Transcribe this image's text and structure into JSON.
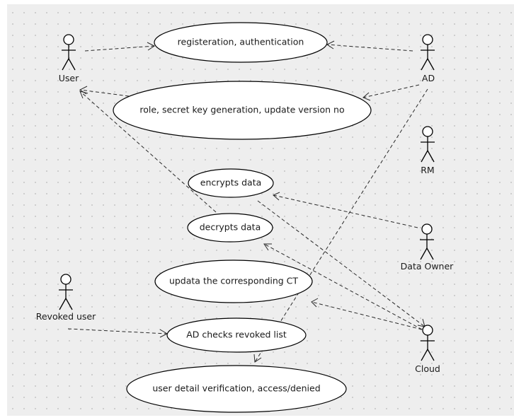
{
  "colors": {
    "background": "#ffffff",
    "panel": "#eeeeee",
    "grid_dot": "#b8b8b8",
    "stroke": "#000000"
  },
  "actors": [
    {
      "id": "user",
      "label": "User"
    },
    {
      "id": "ad",
      "label": "AD"
    },
    {
      "id": "rm",
      "label": "RM"
    },
    {
      "id": "data_owner",
      "label": "Data Owner"
    },
    {
      "id": "revoked_user",
      "label": "Revoked user"
    },
    {
      "id": "cloud",
      "label": "Cloud"
    }
  ],
  "use_cases": [
    {
      "id": "registration",
      "label": "registeration, authentication"
    },
    {
      "id": "role_key",
      "label": "role, secret key generation, update version no"
    },
    {
      "id": "encrypt",
      "label": "encrypts data"
    },
    {
      "id": "decrypt",
      "label": "decrypts data"
    },
    {
      "id": "update_ct",
      "label": "updata the corresponding CT"
    },
    {
      "id": "ad_checks",
      "label": "AD checks revoked list"
    },
    {
      "id": "verification",
      "label": "user detail verification, access/denied"
    }
  ]
}
